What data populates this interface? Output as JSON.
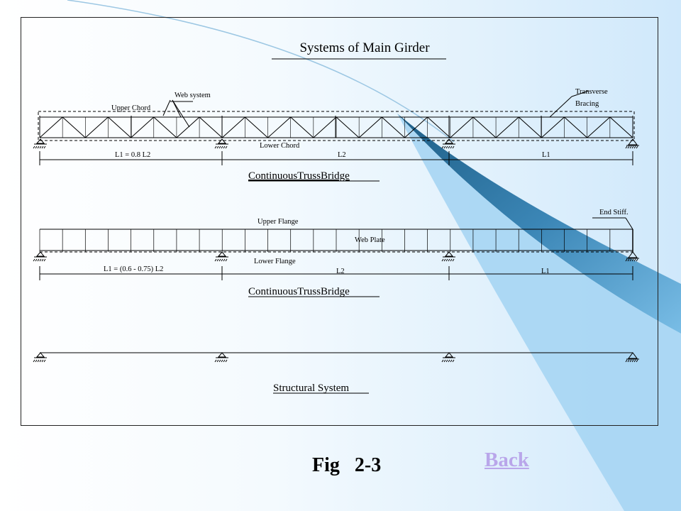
{
  "page": {
    "title": "Systems of Main Girder",
    "caption": "Fig   2-3",
    "back_label": "Back",
    "colors": {
      "accent_dark": "#2f6d93",
      "accent_light": "#8ec9ee",
      "back_link": "#b9a6ea"
    }
  },
  "diagram": {
    "truss": {
      "upper_chord": "Upper Chord",
      "web_system": "Web system",
      "transverse": "Transverse",
      "bracing": "Bracing",
      "lower_chord": "Lower Chord",
      "span_1": "L1 = 0.8 L2",
      "span_2": "L2",
      "span_3": "L1",
      "title": "ContinuousTrussBridge"
    },
    "plate": {
      "upper_flange": "Upper Flange",
      "web_plate": "Web Plate",
      "end_stiff": "End Stiff.",
      "lower_flange": "Lower Flange",
      "span_1": "L1 = (0.6 - 0.75) L2",
      "span_2": "L2",
      "span_3": "L1",
      "title": "ContinuousTrussBridge"
    },
    "structural": {
      "title": "Structural System"
    }
  }
}
